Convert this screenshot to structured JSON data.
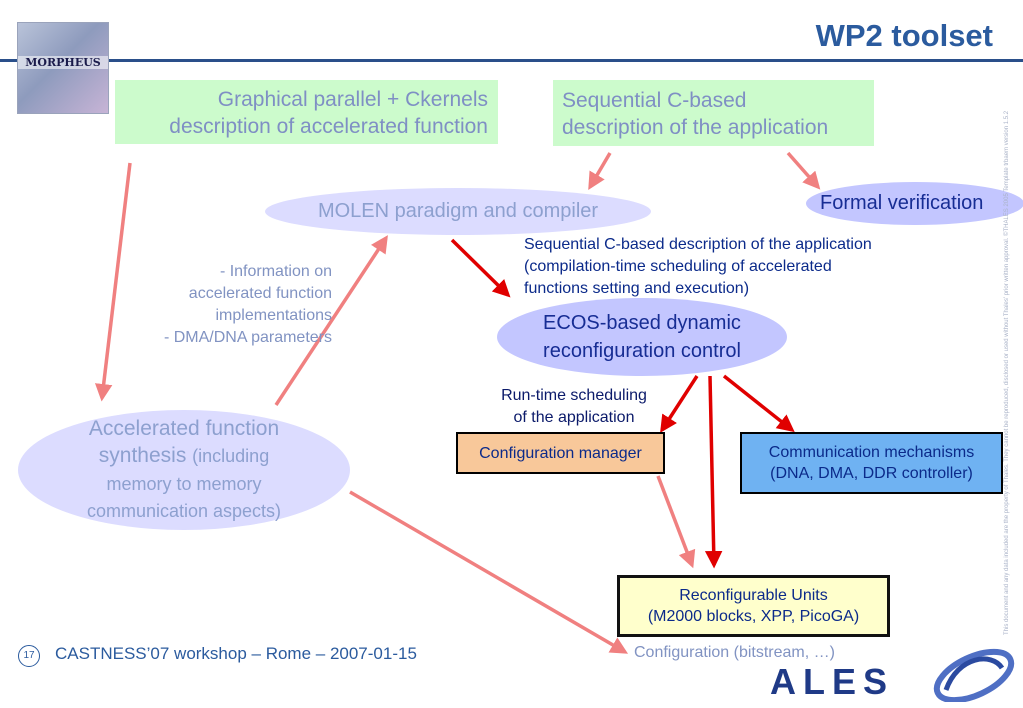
{
  "slide": {
    "title": "WP2 toolset",
    "logo_text": "MORPHEUS",
    "page_number": "17",
    "footer": "CASTNESS’07 workshop – Rome – 2007-01-15",
    "brand": "ALES",
    "side_note": "This document and any data included are the property of Thales. They cannot be reproduced, disclosed or used without Thales' prior written approval. ©THALES 2005 Template trbaem version 1.5.2"
  },
  "colors": {
    "title": "#2b5b9e",
    "green_box": "#ccfbcc",
    "ellipse_light": "#dcdcff",
    "ellipse_dark": "#c3c6ff",
    "arrow_light": "#f08080",
    "arrow_red": "#e00000",
    "config_manager": "#f8c89a",
    "communication": "#6fb2f2",
    "reconfigurable": "#ffffcc"
  },
  "nodes": {
    "graphical": [
      "Graphical parallel + Ckernels",
      "description of accelerated function"
    ],
    "sequential": [
      "Sequential C-based",
      "description of the application"
    ],
    "molen": "MOLEN paradigm and compiler",
    "formal": "Formal verification",
    "ecos": [
      "ECOS-based dynamic",
      "reconfiguration control"
    ],
    "accel": {
      "line1": "Accelerated function",
      "line2_main": "synthesis ",
      "line2_small": "(including",
      "line3": "memory to memory",
      "line4": "communication aspects)"
    },
    "config_manager": "Configuration manager",
    "communication": [
      "Communication mechanisms",
      "(DNA, DMA, DDR controller)"
    ],
    "reconfigurable": [
      "Reconfigurable Units",
      "(M2000 blocks, XPP, PicoGA)"
    ]
  },
  "annotations": {
    "seq_detail": [
      "Sequential C-based description of the application",
      "(compilation-time scheduling of accelerated",
      "functions setting and execution)"
    ],
    "info": [
      "- Information on",
      "accelerated function",
      "implementations",
      "- DMA/DNA parameters"
    ],
    "runtime": [
      "Run-time scheduling",
      "of the application"
    ],
    "configuration": "Configuration (bitstream, …)"
  }
}
